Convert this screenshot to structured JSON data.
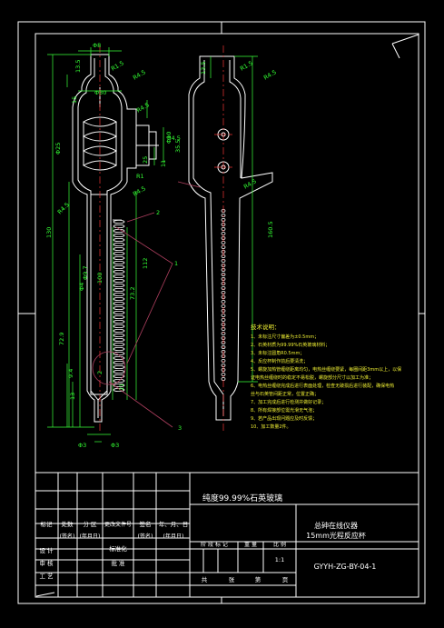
{
  "colors": {
    "background": "#000000",
    "frame": "#ffffff",
    "outline": "#ffffff",
    "dimension": "#39ff39",
    "centerline": "#ee3333",
    "leader": "#b04060",
    "text_notes": "#ffff44"
  },
  "dimensions": {
    "left_view": [
      "Φ8",
      "R1.5",
      "R4.5",
      "13.5",
      "Φ30",
      "15",
      "R4.5",
      "Φ10",
      "Φ25",
      "35.5",
      "R4.5",
      "R1",
      "11",
      "25",
      "R4.5",
      "130",
      "R4.5",
      "Φ4",
      "Φ9.7",
      "100",
      "73.2",
      "72.9",
      "112",
      "9.4",
      "13",
      "21",
      "Φ3",
      "Φ3",
      "2"
    ],
    "right_view": [
      "13.5",
      "R1.5",
      "R4.5",
      "R4.5",
      "160.5"
    ]
  },
  "leaders": [
    "1",
    "2",
    "3"
  ],
  "notes": {
    "title": "技术说明：",
    "lines": [
      "1、未标注尺寸偏差为±0.5mm；",
      "2、石英材质为99.99%石英玻璃材料；",
      "3、未标注圆角R0.5mm；",
      "4、反应杯制作前后要清洗；",
      "5、螺旋加热管缠绕距离均匀，电热丝缠绕要紧，每圈间距3mm以上，以保",
      "   证电热丝缠绕时的稳定不易松脱，螺旋部分尺寸以加工为准；",
      "6、电热丝缠绕完成后进行表面处理，检查无破损后进行装配，确保电热",
      "   丝与石英管间距正常，位置正确；",
      "7、加工完成后进行检测并做好记录；",
      "8、所有焊接部位需光滑无气泡；",
      "9、若产品出现问题应及时反馈；",
      "10、加工数量2件。"
    ]
  },
  "title_block": {
    "material": "纯度99.99%石英玻璃",
    "header": {
      "mark": "标记",
      "count": "处数",
      "zone": "分 区",
      "change_doc": "更改文件号",
      "signature": "签名",
      "date": "年、月、日"
    },
    "sub_header": {
      "signature": "(签名)",
      "date": "(年月日)",
      "standard": "标准化",
      "signature_2": "(签名)",
      "date_2": "(年月日)"
    },
    "roles": {
      "design": "设 计",
      "review": "审 核",
      "process": "工 艺",
      "approve": "批 准"
    },
    "stage_labels": [
      "阶 段 标 记",
      "重 量",
      "比 例"
    ],
    "scale": "1:1",
    "sheet_labels": [
      "共",
      "张",
      "第",
      "页"
    ],
    "product": "总砷在线仪器",
    "part": "15mm光程反应杯",
    "drawing_number": "GYYH-ZG-BY-04-1"
  }
}
